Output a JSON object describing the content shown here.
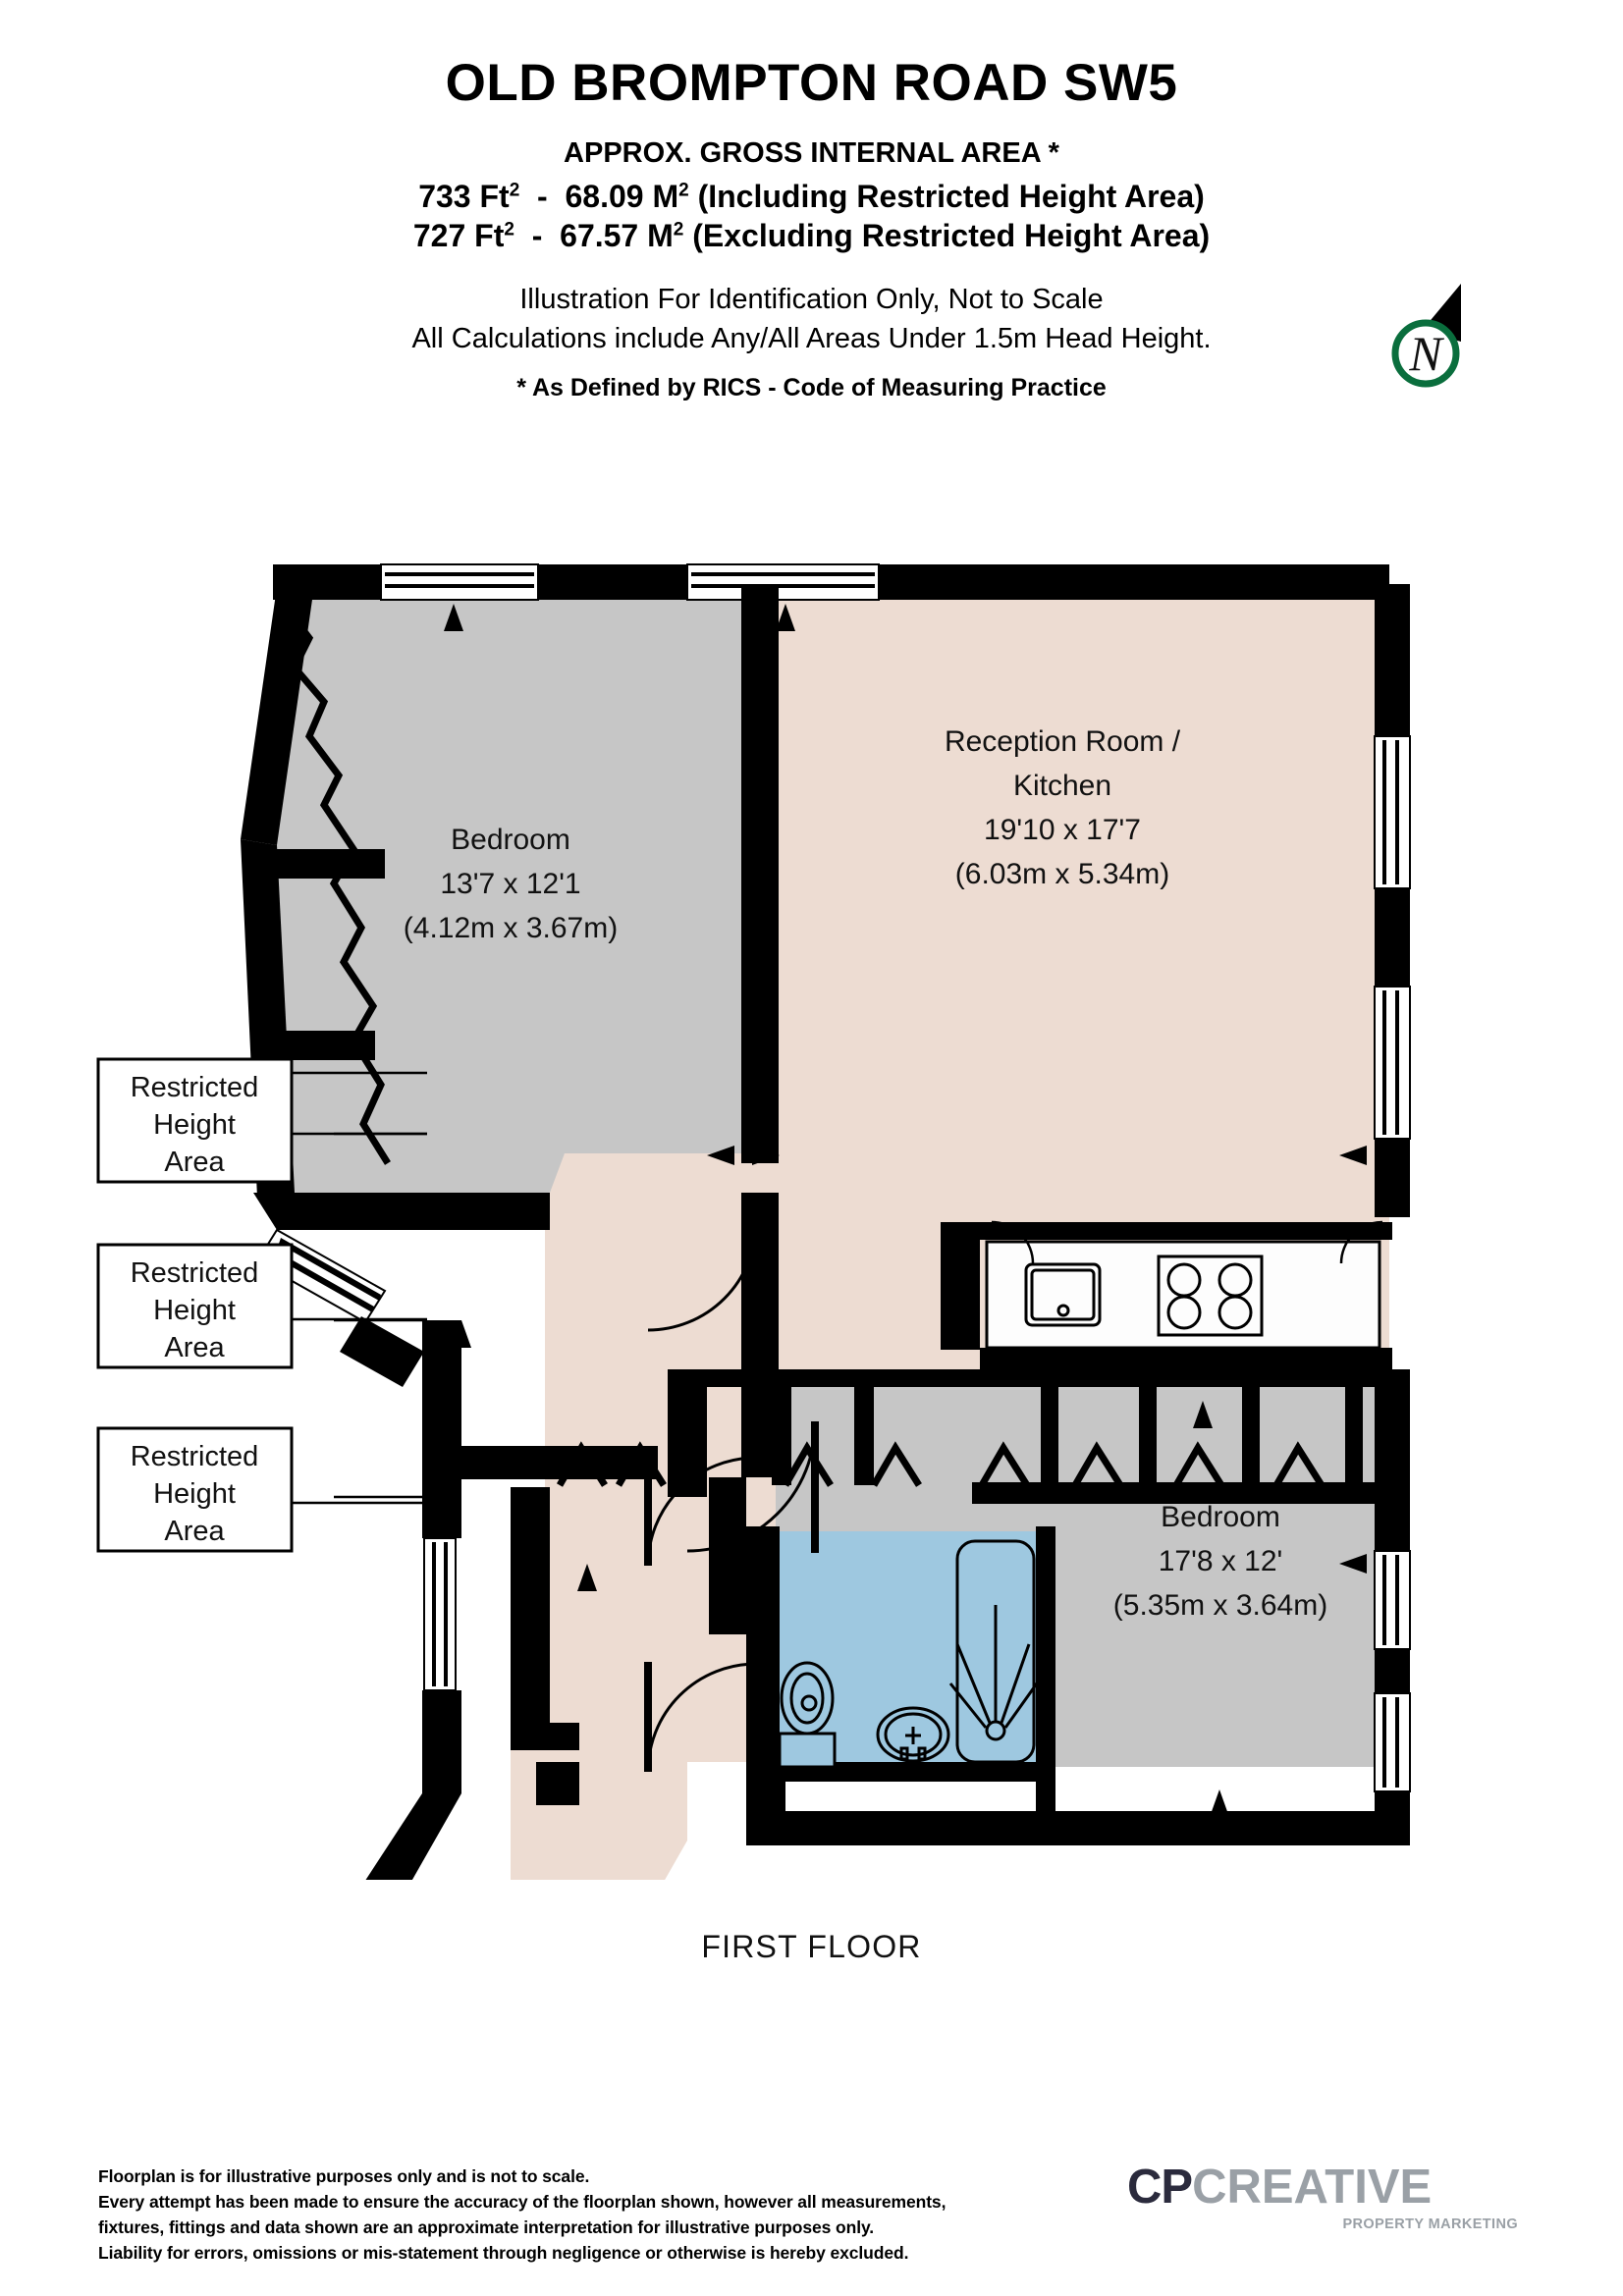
{
  "header": {
    "title": "OLD BROMPTON ROAD SW5",
    "area_heading": "APPROX. GROSS INTERNAL AREA *",
    "area_line_1": "733 Ft ²  -  68.09 M ² (Including Restricted Height Area)",
    "area_line_1_ft": "733 Ft",
    "area_line_1_m": "68.09 M",
    "area_line_1_note": "(Including Restricted Height Area)",
    "area_line_2_ft": "727 Ft",
    "area_line_2_m": "67.57 M",
    "area_line_2_note": "(Excluding Restricted Height Area)",
    "illustration_line_1": "Illustration For Identification Only, Not to Scale",
    "illustration_line_2": "All Calculations include Any/All Areas Under 1.5m Head Height.",
    "rics_note": "* As Defined by RICS - Code of Measuring Practice",
    "compass_letter": "N",
    "compass_color": "#0a6e3d"
  },
  "plan": {
    "floor_label": "FIRST FLOOR",
    "colors": {
      "wall": "#000000",
      "bedroom_fill": "#c6c6c6",
      "reception_fill": "#eddcd2",
      "bathroom_fill": "#9ec8e0",
      "window": "#ffffff",
      "kitchen_counter": "#fdfdfd"
    },
    "rooms": [
      {
        "name": "Bedroom",
        "dims_imperial": "13'7 x 12'1",
        "dims_metric": "(4.12m x 3.67m)",
        "fill": "#c6c6c6"
      },
      {
        "name": "Reception Room /",
        "name_line2": "Kitchen",
        "dims_imperial": "19'10 x 17'7",
        "dims_metric": "(6.03m x 5.34m)",
        "fill": "#eddcd2"
      },
      {
        "name": "Bedroom",
        "dims_imperial": "17'8 x 12'",
        "dims_metric": "(5.35m x 3.64m)",
        "fill": "#c6c6c6"
      }
    ],
    "restricted_height_boxes": [
      {
        "line1": "Restricted",
        "line2": "Height",
        "line3": "Area"
      },
      {
        "line1": "Restricted",
        "line2": "Height",
        "line3": "Area"
      },
      {
        "line1": "Restricted",
        "line2": "Height",
        "line3": "Area"
      }
    ],
    "fixtures": [
      "kitchen-sink",
      "hob-four-burner",
      "toilet",
      "wash-basin",
      "shower-bath"
    ]
  },
  "footer": {
    "disclaimer_lines": [
      "Floorplan is for illustrative purposes only and is not to scale.",
      "Every attempt has been made to ensure the accuracy of the floorplan shown, however all measurements,",
      "fixtures, fittings and data shown are an approximate interpretation for illustrative purposes only.",
      "Liability for errors, omissions or mis-statement through negligence or otherwise is hereby excluded."
    ],
    "logo_primary": "CP",
    "logo_secondary": "CREATIVE",
    "logo_tagline": "PROPERTY MARKETING",
    "logo_primary_color": "#2b2b3d",
    "logo_secondary_color": "#9aa0a6"
  }
}
